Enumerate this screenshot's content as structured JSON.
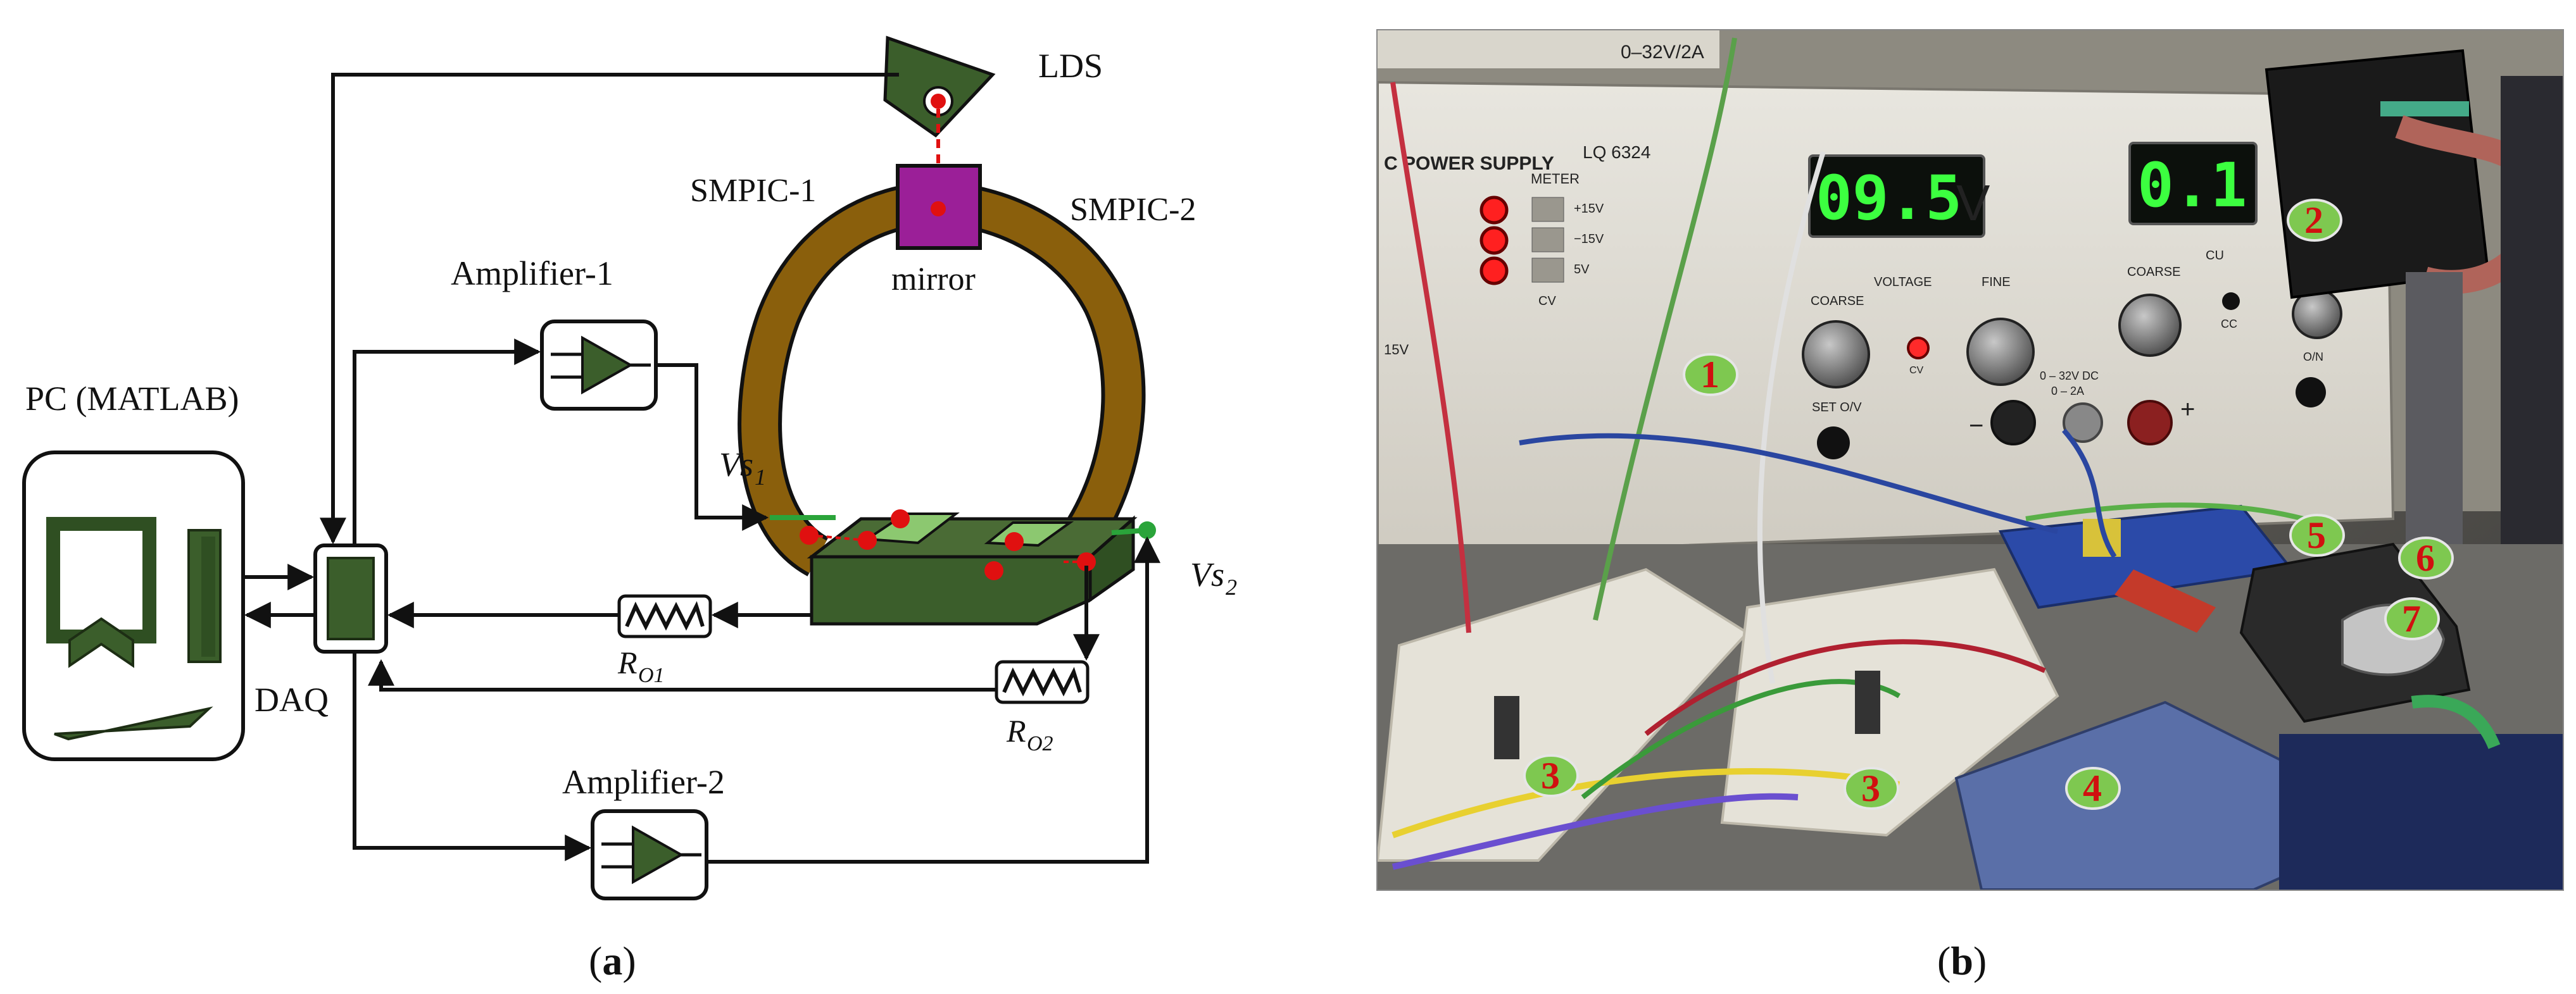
{
  "panel_a": {
    "caption_open": "(",
    "caption_letter": "a",
    "caption_close": ")",
    "labels": {
      "lds": "LDS",
      "smpic1": "SMPIC-1",
      "smpic2": "SMPIC-2",
      "mirror": "mirror",
      "amplifier1": "Amplifier-1",
      "amplifier2": "Amplifier-2",
      "pc": "PC (MATLAB)",
      "daq": "DAQ",
      "vs1_main": "Vs",
      "vs1_sub": "1",
      "vs2_main": "Vs",
      "vs2_sub": "2",
      "ro1_main": "R",
      "ro1_sub": "O1",
      "ro2_main": "R",
      "ro2_sub": "O2"
    }
  },
  "panel_b": {
    "caption_open": "(",
    "caption_letter": "b",
    "caption_close": ")",
    "markers": [
      "1",
      "2",
      "3",
      "3",
      "4",
      "5",
      "6",
      "7"
    ],
    "power_supply": {
      "title": "C POWER SUPPLY",
      "model": "LQ 6324",
      "meter": "METER",
      "plus15": "+15V",
      "minus15": "−15V",
      "five": "5V",
      "cv": "CV",
      "display1": "09.5",
      "display1_unit": "V",
      "display2": "0.1",
      "coarse": "COARSE",
      "voltage": "VOLTAGE",
      "fine": "FINE",
      "cv_small": "CV",
      "set_ov": "SET O/V",
      "range": "0 – 32V DC",
      "current": "0 – 2A",
      "coarse2": "COARSE",
      "cu": "CU",
      "cc": "CC",
      "on": "O/N",
      "top_label": "0–32V/2A",
      "left_15v": "15V"
    }
  },
  "colors": {
    "ring": "#8a5f0c",
    "mirror": "#9b1f98",
    "component_green": "#3b5e2b",
    "plate_green": "#4a6b35",
    "laser_red": "#e01010",
    "wire_green": "#2aa43a",
    "marker_fill": "#7ec850",
    "marker_text": "#d01010"
  }
}
